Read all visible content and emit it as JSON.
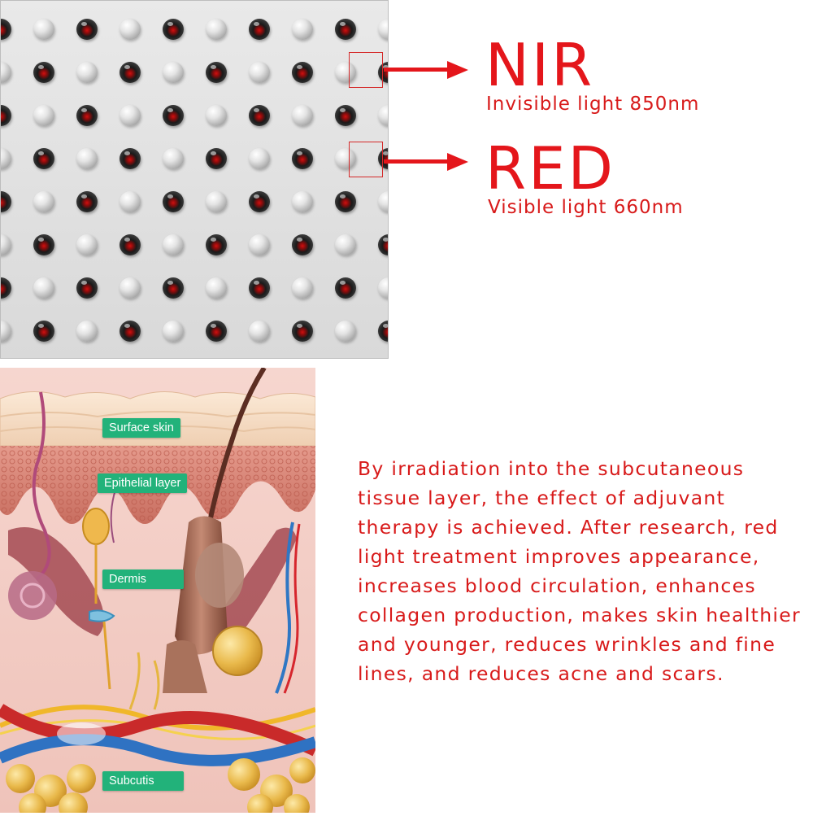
{
  "panel": {
    "nir": {
      "title": "NIR",
      "subtitle": "Invisible light 850nm"
    },
    "red": {
      "title": "RED",
      "subtitle": "Visible light 660nm"
    }
  },
  "skin_layers": {
    "surface": "Surface skin",
    "epithelial": "Epithelial layer",
    "dermis": "Dermis",
    "subcutis": "Subcutis"
  },
  "description": "By irradiation into the subcutaneous tissue layer, the effect of adjuvant therapy is achieved. After research, red light treatment improves appearance, increases blood circulation, enhances collagen production, makes skin healthier and younger, reduces wrinkles and fine lines, and reduces acne and scars.",
  "colors": {
    "accent_red": "#e4161b",
    "label_green": "#22b27a"
  }
}
